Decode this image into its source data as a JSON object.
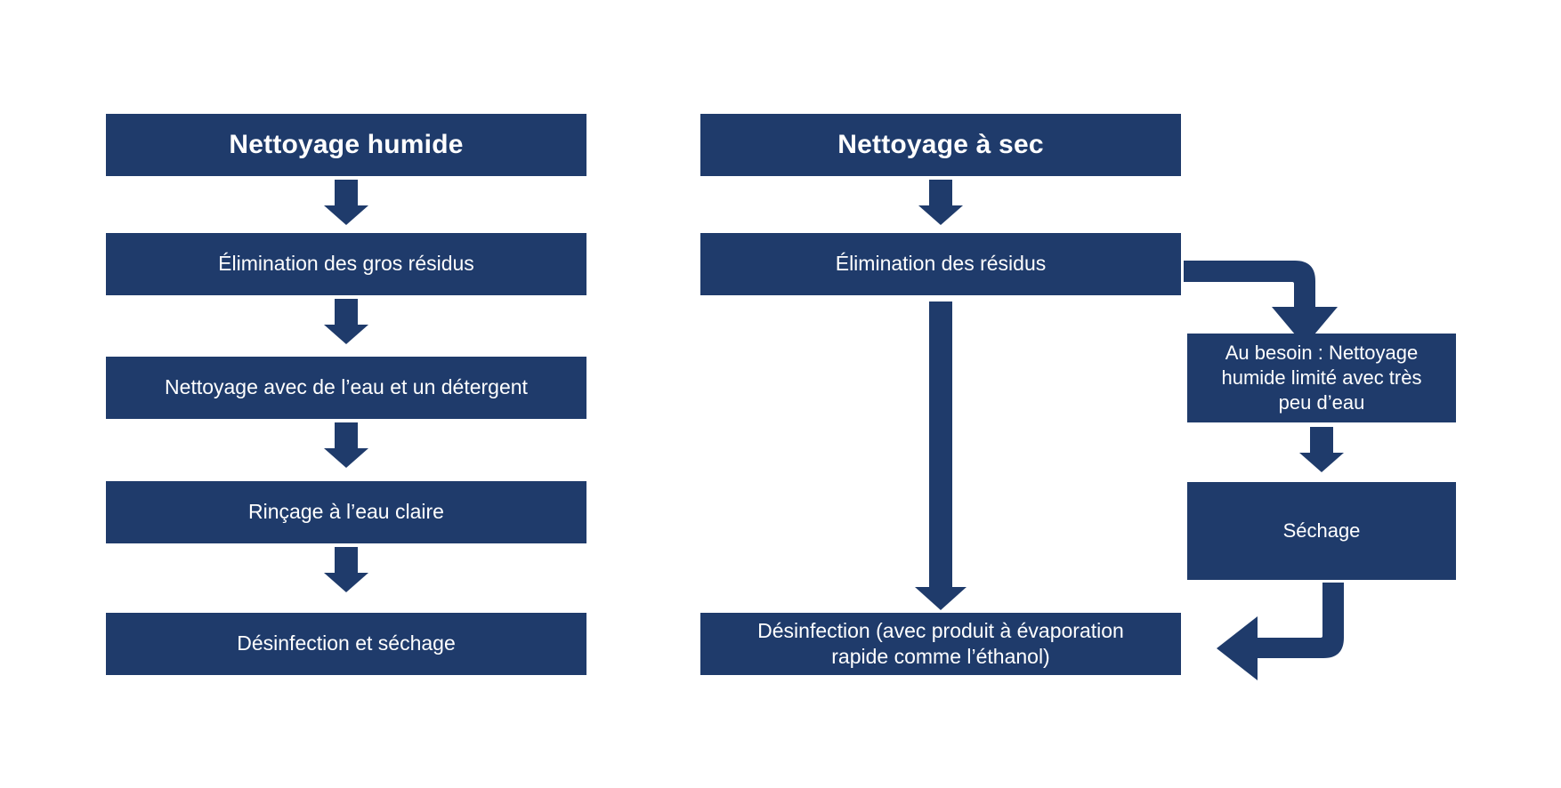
{
  "diagram": {
    "title_left": "Nettoyage humide",
    "title_right": "Nettoyage à sec",
    "accent_color": "#1F3B6B",
    "text_color": "#FFFFFF",
    "background_color": "#FFFFFF",
    "type": "flowchart"
  },
  "left_column": {
    "header": "Nettoyage humide",
    "steps": [
      "Élimination des gros résidus",
      "Nettoyage avec de l’eau et un détergent",
      "Rinçage à l’eau claire",
      "Désinfection et séchage"
    ]
  },
  "right_column": {
    "header": "Nettoyage à sec",
    "steps": [
      "Élimination des résidus",
      "Désinfection (avec produit à évaporation\nrapide comme l’éthanol)"
    ],
    "branch": [
      "Au besoin : Nettoyage\nhumide limité avec très\npeu d’eau",
      "Séchage"
    ]
  },
  "connectors": {
    "down_arrow": "arrow-down-icon",
    "elbow_right_down": "elbow-arrow-right-down-icon",
    "elbow_down_left": "elbow-arrow-down-left-icon"
  }
}
